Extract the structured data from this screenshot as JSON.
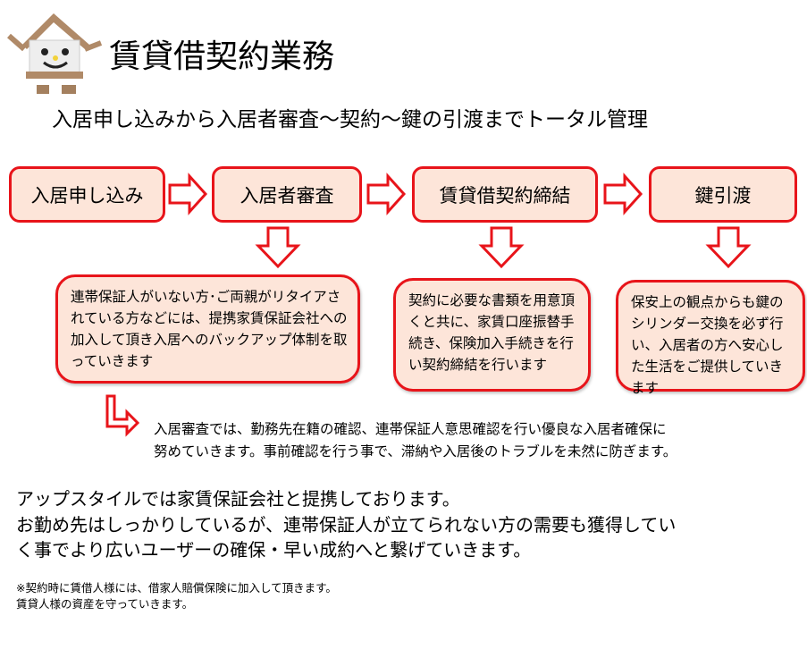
{
  "title": "賃貸借契約業務",
  "subtitle": "入居申し込みから入居者審査～契約～鍵の引渡までトータル管理",
  "steps": [
    "入居申し込み",
    "入居者審査",
    "賃貸借契約締結",
    "鍵引渡"
  ],
  "details": [
    "連帯保証人がいない方･ご両親がリタイアされている方などには、提携家賃保証会社への加入して頂き入居へのバックアップ体制を取っていきます",
    "契約に必要な書類を用意頂くと共に、家賃口座振替手続き、保険加入手続きを行い契約締結を行います",
    "保安上の観点からも鍵のシリンダー交換を必ず行い、入居者の方へ安心した生活をご提供していきます"
  ],
  "screening_note": [
    "入居審査では、勤務先在籍の確認、連帯保証人意思確認を行い優良な入居者確保に",
    "努めていきます。事前確認を行う事で、滞納や入居後のトラブルを未然に防ぎます。"
  ],
  "body": [
    "アップスタイルでは家賃保証会社と提携しております。",
    "お勤め先はしっかりしているが、連帯保証人が立てられない方の需要も獲得してい",
    "く事でより広いユーザーの確保・早い成約へと繋げていきます。"
  ],
  "notes": [
    "※契約時に賃借人様には、借家人賠償保険に加入して頂きます。",
    "賃貸人様の資産を守っていきます。"
  ],
  "colors": {
    "accent": "#e8141a",
    "fill": "#fde5d9"
  }
}
